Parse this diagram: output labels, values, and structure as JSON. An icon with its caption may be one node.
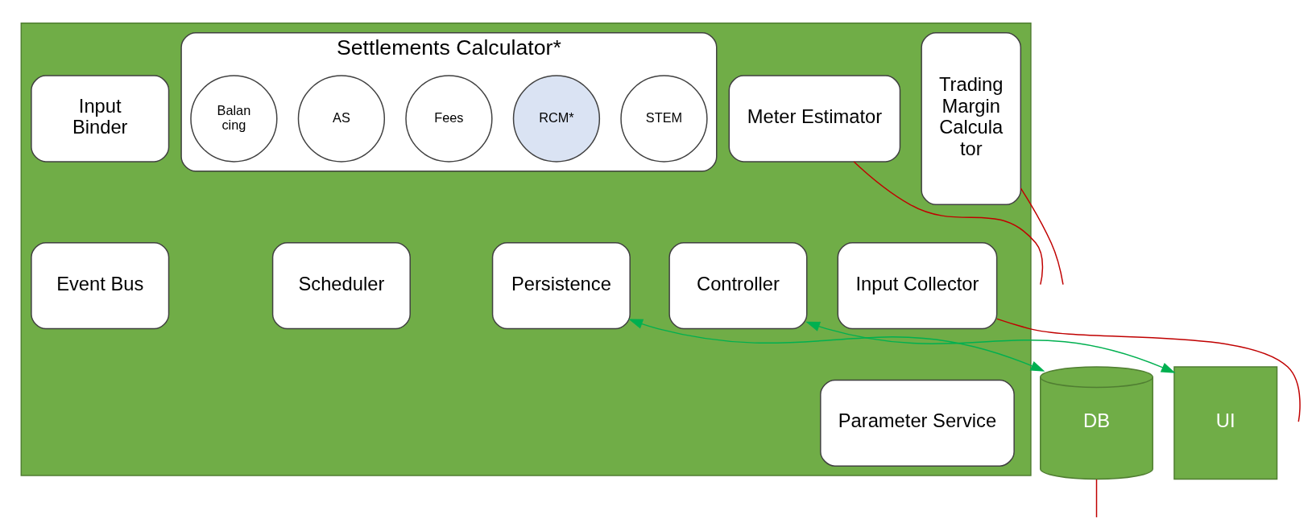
{
  "diagram": {
    "nodes": [
      {
        "text": [],
        "shape": "box"
      },
      {
        "text": [
          "Trading Margin Calcula tor"
        ],
        "in": 0
      },
      {
        "text": [
          "Settlements Calculator*"
        ],
        "in": 0
      },
      {
        "text": [
          "RCM*"
        ],
        "in": 2
      },
      {
        "text": [
          "STEM"
        ],
        "in": 2
      },
      {
        "text": [
          "Fees"
        ],
        "in": 2
      },
      {
        "text": [
          "AS"
        ],
        "in": 2
      },
      {
        "text": [
          "Balan cing"
        ],
        "in": 2
      },
      {
        "text": [
          "Input Binder"
        ],
        "in": 0
      },
      {
        "text": [
          "Meter Estimator"
        ],
        "in": 0
      },
      {
        "text": [
          "Input Collector"
        ],
        "in": 0
      },
      {
        "text": [
          "Persistence"
        ],
        "in": 0
      },
      {
        "text": [
          "Controller"
        ],
        "in": 0
      },
      {
        "text": [
          "Scheduler"
        ],
        "in": 0
      },
      {
        "text": [
          "Event Bus"
        ],
        "in": 0
      },
      {
        "text": [
          "Parameter Service"
        ],
        "in": 0
      },
      {
        "text": [
          "DB"
        ]
      },
      {
        "text": [
          "UI"
        ]
      }
    ],
    "edges": [
      {
        "from": 11,
        "to": 16,
        "arrow": "both",
        "color": "#00b050"
      },
      {
        "from": 12,
        "to": 17,
        "arrow": "both",
        "color": "#00b050"
      },
      {
        "from": 1,
        "to": null,
        "arrow": "none",
        "color": "#c00000"
      },
      {
        "from": 9,
        "to": null,
        "arrow": "none",
        "color": "#c00000"
      },
      {
        "from": 10,
        "to": null,
        "arrow": "none",
        "color": "#c00000"
      },
      {
        "from": 16,
        "to": null,
        "arrow": "none",
        "color": "#c00000"
      }
    ]
  }
}
